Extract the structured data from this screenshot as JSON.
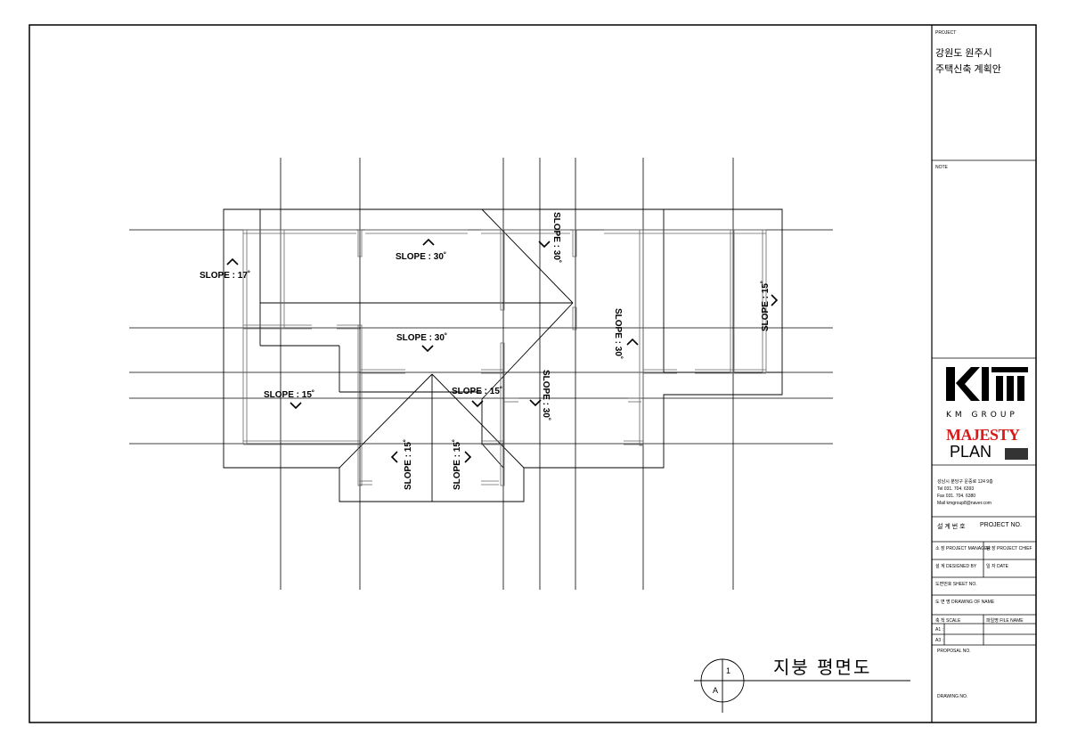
{
  "drawing": {
    "title": "지붕 평면도",
    "marker_number": "1",
    "marker_letter": "A",
    "slope_labels": [
      {
        "id": "s1",
        "text": "SLOPE : 17˚"
      },
      {
        "id": "s2",
        "text": "SLOPE : 30˚"
      },
      {
        "id": "s3",
        "text": "SLOPE : 30˚"
      },
      {
        "id": "s4",
        "text": "SLOPE : 15˚"
      },
      {
        "id": "s5",
        "text": "SLOPE : 15˚"
      },
      {
        "id": "s6",
        "text": "SLOPE : 30˚"
      },
      {
        "id": "s7",
        "text": "SLOPE : 30˚"
      },
      {
        "id": "s8",
        "text": "SLOPE : 30˚"
      },
      {
        "id": "s9",
        "text": "SLOPE : 15˚"
      },
      {
        "id": "s10",
        "text": "SLOPE : 15˚"
      },
      {
        "id": "s11",
        "text": "SLOPE : 15˚"
      }
    ]
  },
  "title_block": {
    "project_label": "PROJECT",
    "project_line1": "강원도 원주시",
    "project_line2": "주택신축 계획안",
    "note_label": "NOTE",
    "logo_km": "KM GROUP",
    "logo_majesty": "MAJESTY",
    "logo_plan": "PLAN",
    "address": "성남시 분당구 운중로 124 9층",
    "tel": "Tel  031. 704. 6393",
    "fax": "Fax  031. 704. 6380",
    "mail": "Mail  kmgroup8@naver.com",
    "project_no_ko": "설 계 번 호",
    "project_no_en": "PROJECT  NO.",
    "manager": "소 장  PROJECT MANAGER",
    "chief": "팀 장  PROJECT CHIEF",
    "designed_by": "설 계  DESIGNED BY",
    "date": "일 자  DATE",
    "sheet_no": "도면번호  SHEET NO.",
    "drawing_name": "도 면 명  DRAWING OF NAME",
    "scale": "축 척  SCALE",
    "file_name": "파일명  FILE NAME",
    "a1": "A1 :",
    "a3": "A3 :",
    "proposal_no": "PROPOSAL NO.",
    "drawing_no": "DRAWING NO."
  }
}
